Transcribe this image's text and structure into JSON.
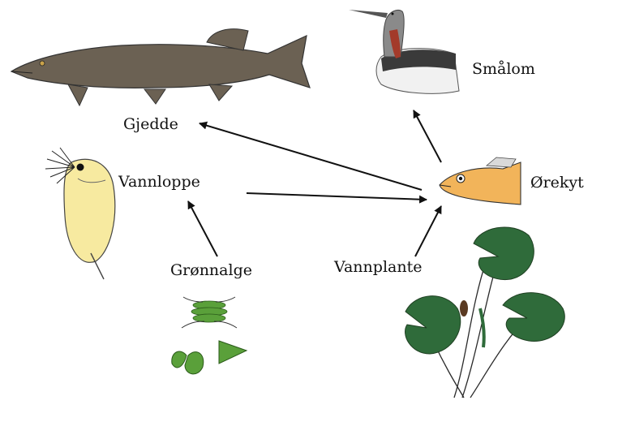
{
  "diagram": {
    "nodes": [
      {
        "id": "gjedde",
        "label": "Gjedde",
        "icon": "pike-fish-icon"
      },
      {
        "id": "smalom",
        "label": "Smålom",
        "icon": "loon-bird-icon"
      },
      {
        "id": "vannloppe",
        "label": "Vannloppe",
        "icon": "water-flea-icon"
      },
      {
        "id": "orekyt",
        "label": "Ørekyt",
        "icon": "minnow-fish-icon"
      },
      {
        "id": "gronnalge",
        "label": "Grønnalge",
        "icon": "green-algae-icon"
      },
      {
        "id": "vannplante",
        "label": "Vannplante",
        "icon": "water-plant-icon"
      }
    ],
    "edges": [
      {
        "from": "orekyt",
        "to": "gjedde"
      },
      {
        "from": "orekyt",
        "to": "smalom"
      },
      {
        "from": "vannloppe",
        "to": "orekyt"
      },
      {
        "from": "gronnalge",
        "to": "vannloppe"
      },
      {
        "from": "vannplante",
        "to": "orekyt"
      }
    ],
    "colors": {
      "pike": "#6b6153",
      "flea": "#f7eaa0",
      "minnow": "#f2b45a",
      "plant": "#2f6b3a",
      "algae": "#5aa03a",
      "arrow": "#111111"
    }
  }
}
